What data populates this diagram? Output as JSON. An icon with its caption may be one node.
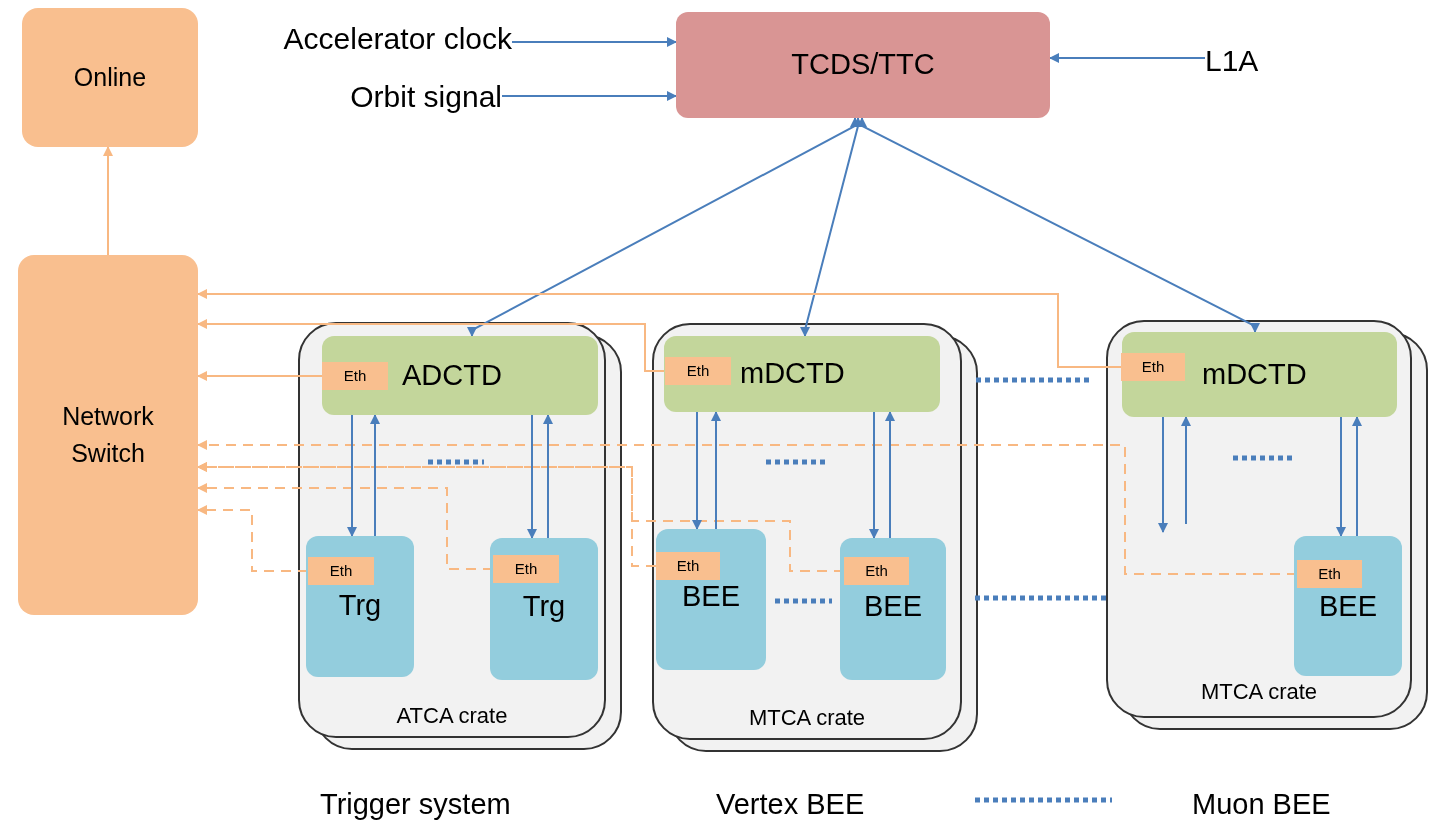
{
  "diagram": {
    "nodes": [
      {
        "text": [
          "Online"
        ]
      },
      {
        "text": [
          "Network Switch"
        ]
      },
      {
        "text": [
          "TCDS/TTC"
        ]
      },
      {
        "text": [
          "Accelerator clock"
        ]
      },
      {
        "text": [
          "Orbit signal"
        ]
      },
      {
        "text": [
          "L1A"
        ]
      },
      {
        "text": [
          "ATCA crate"
        ]
      },
      {
        "text": [
          "ADCTD"
        ],
        "in": 6
      },
      {
        "text": [
          "Eth"
        ],
        "in": 7
      },
      {
        "text": [
          "Trg"
        ],
        "in": 6
      },
      {
        "text": [
          "Eth"
        ],
        "in": 9
      },
      {
        "text": [
          "Trg"
        ],
        "in": 6
      },
      {
        "text": [
          "Eth"
        ],
        "in": 11
      },
      {
        "text": [
          "MTCA crate"
        ]
      },
      {
        "text": [
          "mDCTD"
        ],
        "in": 13
      },
      {
        "text": [
          "Eth"
        ],
        "in": 14
      },
      {
        "text": [
          "BEE"
        ],
        "in": 13
      },
      {
        "text": [
          "Eth"
        ],
        "in": 16
      },
      {
        "text": [
          "BEE"
        ],
        "in": 13
      },
      {
        "text": [
          "Eth"
        ],
        "in": 18
      },
      {
        "text": [
          "MTCA crate"
        ]
      },
      {
        "text": [
          "mDCTD"
        ],
        "in": 20
      },
      {
        "text": [
          "Eth"
        ],
        "in": 21
      },
      {
        "text": [
          "BEE"
        ],
        "in": 20
      },
      {
        "text": [
          "Eth"
        ],
        "in": 23
      }
    ],
    "edges": [
      {
        "from": 1,
        "to": 0,
        "arrow": "to",
        "color": "#f8b882"
      },
      {
        "from": 3,
        "to": 2,
        "arrow": "to"
      },
      {
        "from": 4,
        "to": 2,
        "arrow": "to"
      },
      {
        "from": 5,
        "to": 2,
        "arrow": "to"
      },
      {
        "from": 2,
        "to": 7,
        "arrow": "both"
      },
      {
        "from": 2,
        "to": 14,
        "arrow": "both"
      },
      {
        "from": 2,
        "to": 21,
        "arrow": "both"
      },
      {
        "from": 8,
        "to": 1,
        "arrow": "to",
        "color": "#f8b882"
      },
      {
        "from": 15,
        "to": 1,
        "arrow": "to",
        "color": "#f8b882"
      },
      {
        "from": 22,
        "to": 1,
        "arrow": "to",
        "color": "#f8b882"
      },
      {
        "from": 10,
        "to": 1,
        "arrow": "to",
        "style": "dashed",
        "color": "#f8b882"
      },
      {
        "from": 12,
        "to": 1,
        "arrow": "to",
        "style": "dashed",
        "color": "#f8b882"
      },
      {
        "from": 17,
        "to": 1,
        "arrow": "to",
        "style": "dashed",
        "color": "#f8b882"
      },
      {
        "from": 19,
        "to": 1,
        "arrow": "to",
        "style": "dashed",
        "color": "#f8b882"
      },
      {
        "from": 24,
        "to": 1,
        "arrow": "to",
        "style": "dashed",
        "color": "#f8b882"
      },
      {
        "from": 7,
        "to": 9,
        "arrow": "to"
      },
      {
        "from": 9,
        "to": 7,
        "arrow": "to"
      },
      {
        "from": 7,
        "to": 11,
        "arrow": "to"
      },
      {
        "from": 11,
        "to": 7,
        "arrow": "to"
      },
      {
        "from": 14,
        "to": 16,
        "arrow": "to"
      },
      {
        "from": 16,
        "to": 14,
        "arrow": "to"
      },
      {
        "from": 14,
        "to": 18,
        "arrow": "to"
      },
      {
        "from": 18,
        "to": 14,
        "arrow": "to"
      },
      {
        "from": 21,
        "to": null,
        "arrow": "to"
      },
      {
        "from": null,
        "to": 21,
        "arrow": "to"
      },
      {
        "from": 21,
        "to": 23,
        "arrow": "to"
      },
      {
        "from": 23,
        "to": 21,
        "arrow": "to"
      }
    ],
    "labels": [
      "Trigger system",
      "Vertex BEE",
      "Muon BEE"
    ]
  }
}
